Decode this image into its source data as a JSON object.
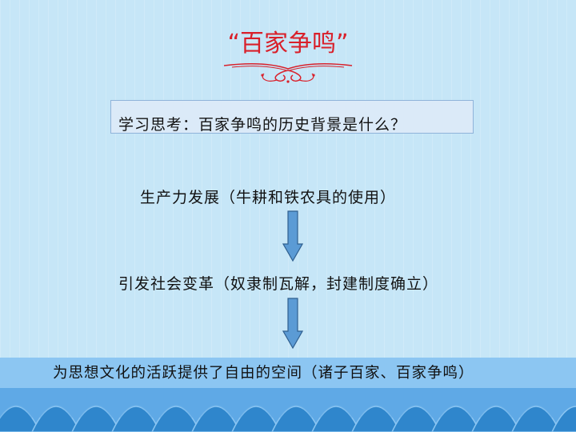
{
  "title": "“百家争鸣”",
  "question": "学习思考：百家争鸣的历史背景是什么？",
  "steps": [
    "生产力发展（牛耕和铁农具的使用）",
    "引发社会变革（奴隶制瓦解，封建制度确立）"
  ],
  "conclusion": "为思想文化的活跃提供了自由的空间（诸子百家、百家争鸣）",
  "colors": {
    "title": "#d9202a",
    "arrow_fill": "#5b9bd5",
    "arrow_stroke": "#2f5f8f",
    "background": "#c6e6f7",
    "band": "#5fa9e6"
  },
  "icons": {
    "flourish": "decorative-scroll-ornament",
    "arrow": "down-arrow"
  }
}
